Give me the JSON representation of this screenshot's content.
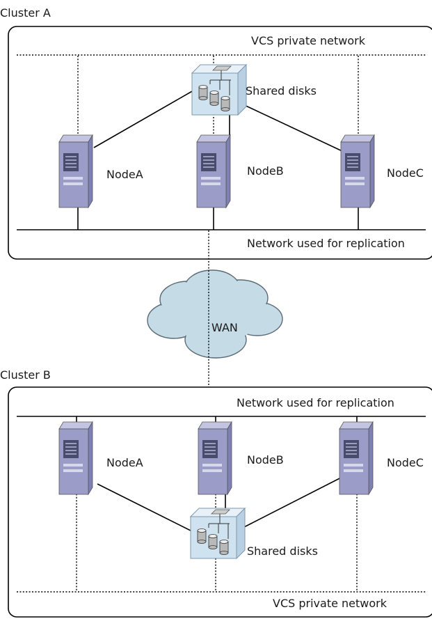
{
  "cluster_a": {
    "title": "Cluster A",
    "private_network_label": "VCS private network",
    "replication_network_label": "Network used for replication",
    "shared_disks_label": "Shared disks",
    "nodes": [
      "NodeA",
      "NodeB",
      "NodeC"
    ]
  },
  "wan": {
    "label": "WAN"
  },
  "cluster_b": {
    "title": "Cluster B",
    "private_network_label": "VCS private network",
    "replication_network_label": "Network used for replication",
    "shared_disks_label": "Shared disks",
    "nodes": [
      "NodeA",
      "NodeB",
      "NodeC"
    ]
  },
  "colors": {
    "server_front": "#9b9cc8",
    "server_side": "#7f80b4",
    "server_top": "#c3c4e2",
    "disk_enclosure": "#cfe2ef",
    "cloud": "#c5dbe6"
  },
  "icons": {
    "server": "server-icon",
    "storage": "shared-storage-icon",
    "cloud": "cloud-icon"
  }
}
